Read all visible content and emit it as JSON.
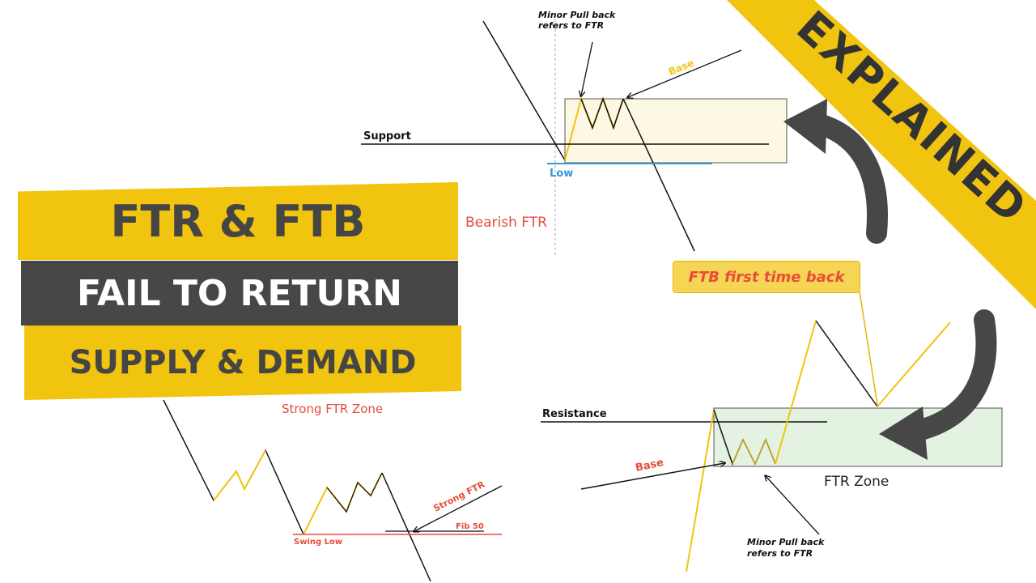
{
  "banner": {
    "line1": "FTR & FTB",
    "line2": "FAIL TO RETURN",
    "line3": "SUPPLY & DEMAND"
  },
  "ribbon": {
    "text": "EXPLAINED"
  },
  "top_chart": {
    "note_line1": "Minor Pull back",
    "note_line2": "refers to FTR",
    "base_label": "Base",
    "support_label": "Support",
    "low_label": "Low",
    "title": "Bearish FTR"
  },
  "left_chart": {
    "title": "Strong FTR Zone",
    "strong_label": "Strong FTR",
    "fib_label": "Fib 50",
    "swing_low_label": "Swing Low"
  },
  "right_chart": {
    "callout": "FTB first time back",
    "resistance_label": "Resistance",
    "base_label": "Base",
    "zone_label": "FTR Zone",
    "note_line1": "Minor Pull back",
    "note_line2": "refers to FTR"
  },
  "colors": {
    "yellow": "#f1c40f",
    "dark": "#474747",
    "red": "#e74c3c",
    "blue": "#3498db",
    "zone_top": "#fdf8e4",
    "zone_bottom": "#e3f2e1"
  }
}
